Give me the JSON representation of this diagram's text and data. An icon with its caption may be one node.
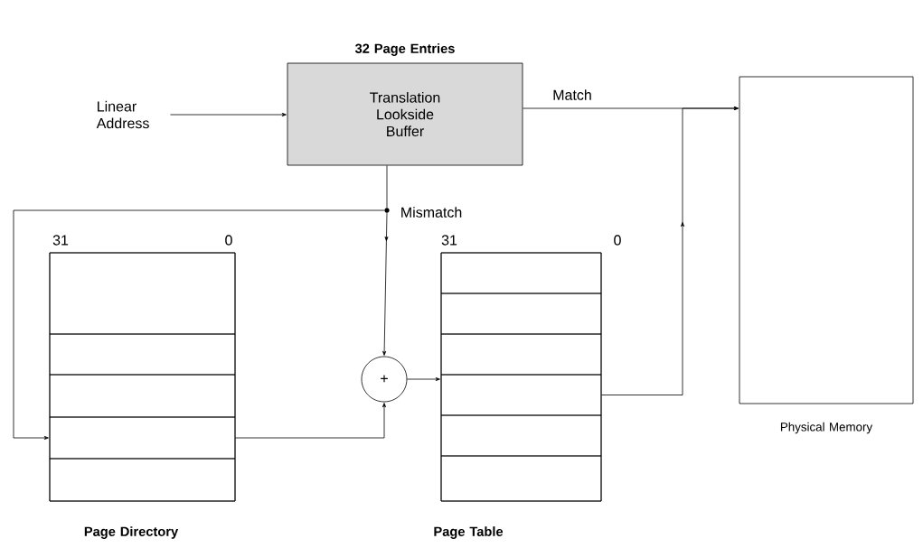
{
  "diagram": {
    "nodes": [
      {
        "text": [
          "32 Page Entries",
          "Translation Lookside Buffer"
        ]
      },
      {
        "text": [
          "Linear Address"
        ]
      },
      {
        "text": [
          "Physical Memory"
        ]
      },
      {
        "text": [
          "Page Directory"
        ]
      },
      {
        "text": [],
        "shape": "box",
        "in": 3
      },
      {
        "text": [],
        "shape": "box",
        "in": 3
      },
      {
        "text": [],
        "shape": "box",
        "in": 3
      },
      {
        "text": [],
        "shape": "box",
        "in": 3
      },
      {
        "text": [],
        "shape": "box",
        "in": 3
      },
      {
        "text": [
          "Page Table"
        ]
      },
      {
        "text": [],
        "shape": "box",
        "in": 9
      },
      {
        "text": [],
        "shape": "box",
        "in": 9
      },
      {
        "text": [],
        "shape": "box",
        "in": 9
      },
      {
        "text": [],
        "shape": "box",
        "in": 9
      },
      {
        "text": [],
        "shape": "box",
        "in": 9
      },
      {
        "text": [],
        "shape": "box",
        "in": 9
      },
      {
        "text": [
          "+"
        ]
      },
      {
        "text": [],
        "shape": "circle",
        "beside": [
          "Mismatch"
        ]
      }
    ],
    "edges": [
      {
        "from": 1,
        "to": 0,
        "arrow": "to"
      },
      {
        "from": 0,
        "to": 2,
        "arrow": "to",
        "label": "Match"
      },
      {
        "from": 0,
        "to": 17,
        "arrow": "none"
      },
      {
        "from": 17,
        "to": 7,
        "arrow": "to"
      },
      {
        "from": 17,
        "to": 16,
        "arrow": "to"
      },
      {
        "from": 7,
        "to": 16,
        "arrow": "to"
      },
      {
        "from": 16,
        "to": 13,
        "arrow": "to"
      },
      {
        "from": 13,
        "to": 2,
        "arrow": "to"
      }
    ],
    "labels": [
      "31",
      "0",
      "31",
      "0"
    ]
  }
}
